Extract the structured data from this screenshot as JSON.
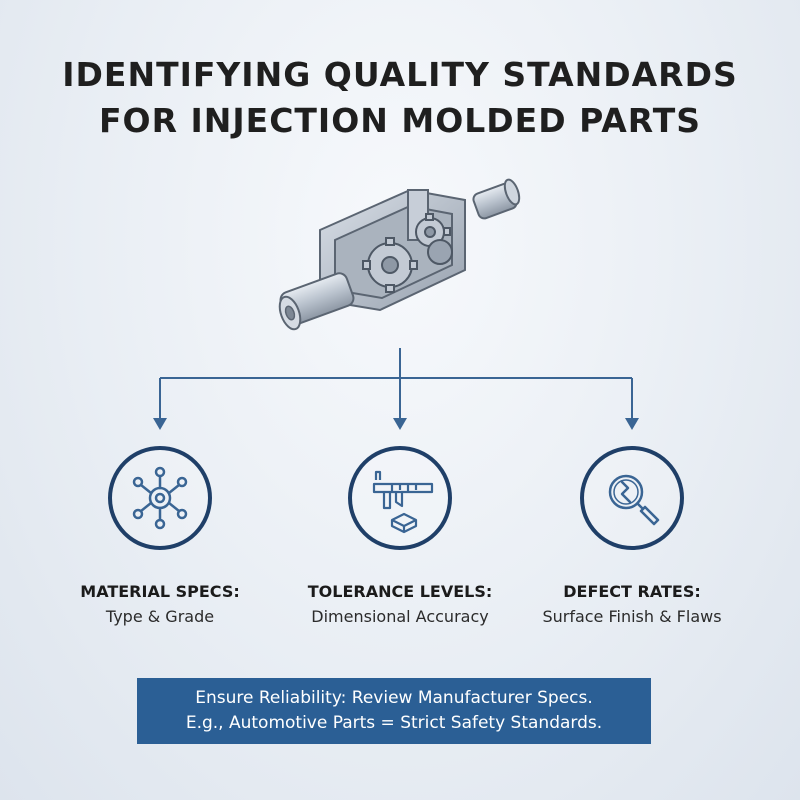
{
  "title": {
    "line1": "IDENTIFYING QUALITY STANDARDS",
    "line2": "FOR INJECTION MOLDED PARTS"
  },
  "illustration": {
    "icon": "gear-assembly-icon"
  },
  "colors": {
    "accent": "#1f3f68",
    "connector": "#3a6594",
    "banner": "#2b5f95",
    "part_metal": "#b9c2cd"
  },
  "categories": [
    {
      "heading": "MATERIAL SPECS:",
      "sub": "Type & Grade",
      "icon": "molecule-icon"
    },
    {
      "heading": "TOLERANCE LEVELS:",
      "sub": "Dimensional Accuracy",
      "icon": "caliper-icon"
    },
    {
      "heading": "DEFECT RATES:",
      "sub": "Surface Finish & Flaws",
      "icon": "magnifier-crack-icon"
    }
  ],
  "banner": {
    "line1": "Ensure Reliability: Review Manufacturer Specs.",
    "line2": "E.g., Automotive Parts = Strict Safety Standards."
  }
}
